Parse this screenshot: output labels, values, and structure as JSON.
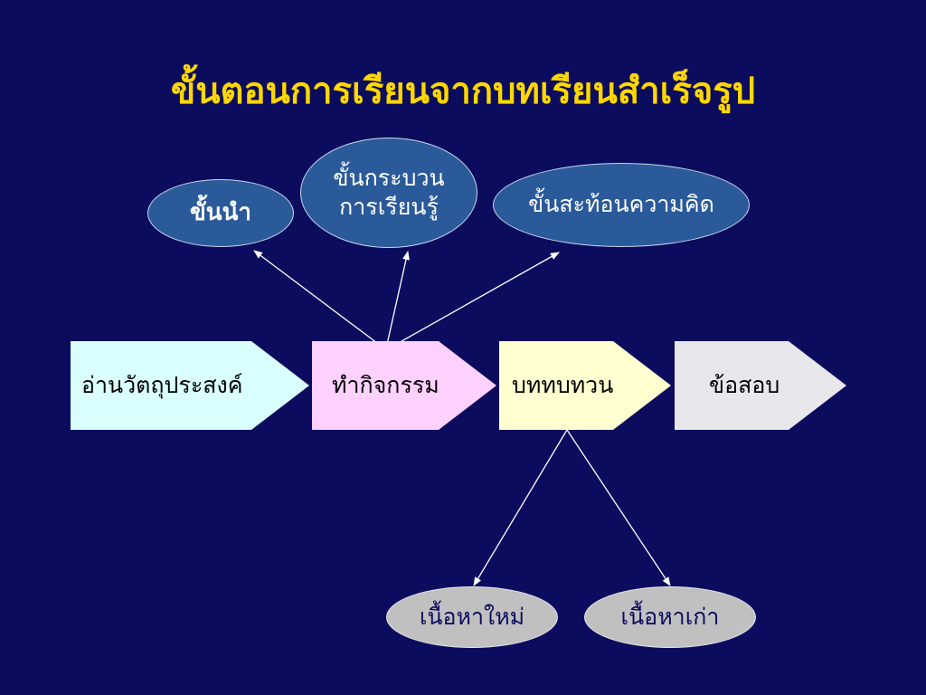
{
  "title": "ขั้นตอนการเรียนจากบทเรียนสำเร็จรูป",
  "stages": [
    {
      "label": "ขั้นนำ"
    },
    {
      "line1": "ขั้นกระบวน",
      "line2": "การเรียนรู้"
    },
    {
      "label": "ขั้นสะท้อนความคิด"
    }
  ],
  "steps": [
    {
      "label": "อ่านวัตถุประสงค์",
      "color": "#d9ffff"
    },
    {
      "label": "ทำกิจกรรม",
      "color": "#ffd1ff"
    },
    {
      "label": "บททบทวน",
      "color": "#ffffcf"
    },
    {
      "label": "ข้อสอบ",
      "color": "#e8e8ec"
    }
  ],
  "content_types": [
    {
      "label": "เนื้อหาใหม่"
    },
    {
      "label": "เนื้อหาเก่า"
    }
  ],
  "colors": {
    "background": "#0c0c5e",
    "title": "#ffd700",
    "stage_oval": "#2a5a9a",
    "content_oval": "#c0c0c0",
    "connector": "#ffffff"
  }
}
